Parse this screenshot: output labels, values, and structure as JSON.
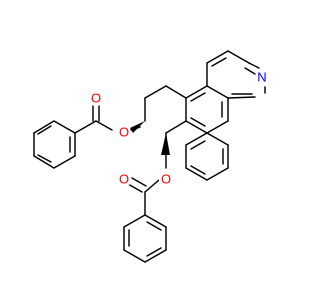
{
  "atoms": {
    "oxygen_1": "O",
    "oxygen_2": "O",
    "oxygen_3": "O",
    "oxygen_4": "O",
    "nitrogen": "N"
  },
  "colors": {
    "oxygen": "#ff0000",
    "nitrogen": "#0000ff",
    "bond": "#000000",
    "background": "#ffffff"
  }
}
